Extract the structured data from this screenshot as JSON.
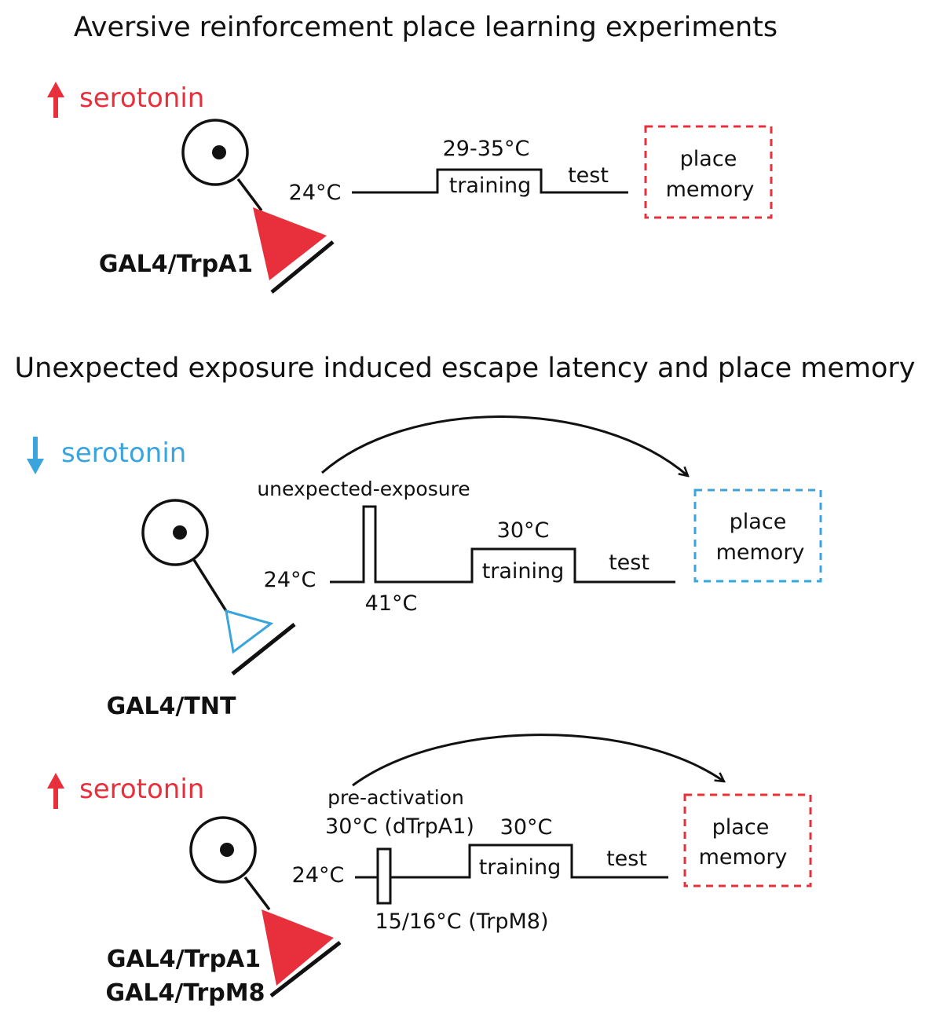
{
  "colors": {
    "increase": "#e8303c",
    "decrease": "#3aa4dc",
    "line": "#111111"
  },
  "section1": {
    "title": "Aversive reinforcement place learning experiments",
    "serotonin": {
      "direction": "up",
      "label": "serotonin",
      "color": "#e8303c"
    },
    "genotype": "GAL4/TrpA1",
    "baseline_temp": "24°C",
    "training_temp": "29-35°C",
    "training_label": "training",
    "test_label": "test",
    "outcome": {
      "line1": "place",
      "line2": "memory",
      "color": "#e8303c"
    }
  },
  "section2": {
    "title": "Unexpected exposure induced escape latency and place memory",
    "serotonin": {
      "direction": "down",
      "label": "serotonin",
      "color": "#3aa4dc"
    },
    "genotype": "GAL4/TNT",
    "baseline_temp": "24°C",
    "exposure_label": "unexpected-exposure",
    "exposure_temp": "41°C",
    "training_temp": "30°C",
    "training_label": "training",
    "test_label": "test",
    "outcome": {
      "line1": "place",
      "line2": "memory",
      "color": "#3aa4dc"
    }
  },
  "section3": {
    "serotonin": {
      "direction": "up",
      "label": "serotonin",
      "color": "#e8303c"
    },
    "genotype_line1": "GAL4/TrpA1",
    "genotype_line2": "GAL4/TrpM8",
    "baseline_temp": "24°C",
    "preactivation_label": "pre-activation",
    "preactivation_temp_trpa1": "30°C (dTrpA1)",
    "preactivation_temp_trpm8": "15/16°C (TrpM8)",
    "training_temp": "30°C",
    "training_label": "training",
    "test_label": "test",
    "outcome": {
      "line1": "place",
      "line2": "memory",
      "color": "#e8303c"
    }
  }
}
